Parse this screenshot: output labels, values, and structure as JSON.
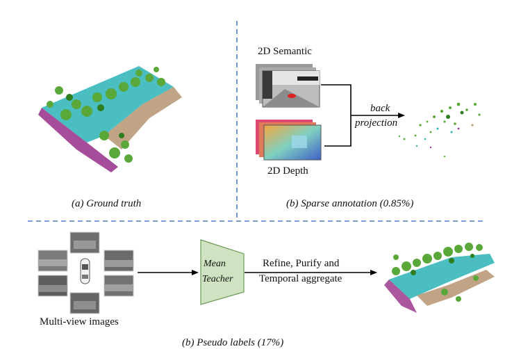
{
  "panel_a": {
    "caption": "(a) Ground truth"
  },
  "panel_b": {
    "caption": "(b) Sparse annotation (0.85%)",
    "semantic_label": "2D Semantic",
    "depth_label": "2D Depth",
    "arrow_label_line1": "back",
    "arrow_label_line2": "projection"
  },
  "panel_c": {
    "views_label": "Multi-view images",
    "teacher_line1": "Mean",
    "teacher_line2": "Teacher",
    "process_line1": "Refine, Purify and",
    "process_line2": "Temporal aggregate",
    "caption": "(b) Pseudo labels (17%)"
  },
  "colors": {
    "divider": "#4f7fc7",
    "vegetation": "#5aa83a",
    "road": "#2ab3b5",
    "sidewalk": "#9b3a8f",
    "terrain": "#b99a78",
    "teacher_fill": "#cfe3c2",
    "teacher_stroke": "#6a9a55"
  }
}
